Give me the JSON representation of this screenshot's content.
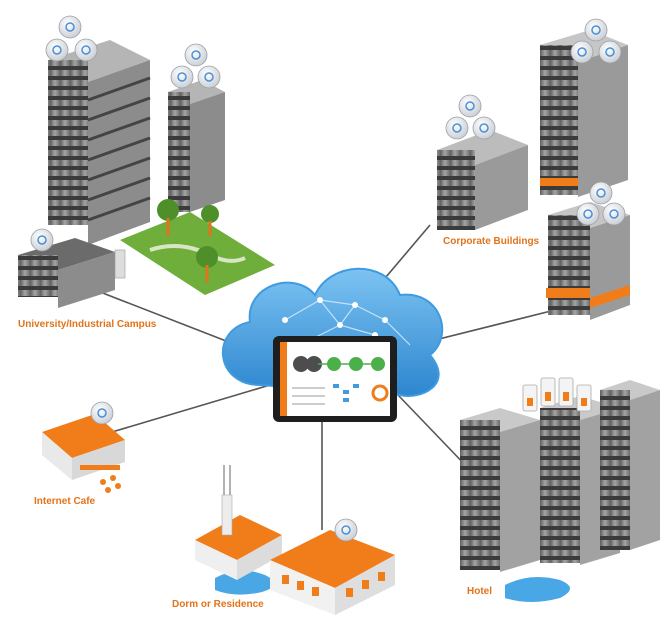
{
  "colors": {
    "accent_orange": "#f07d1a",
    "label_text": "#e2731a",
    "cloud_blue": "#3f9be0",
    "building_gray": "#8a8a8a",
    "grass_green": "#6fae3a",
    "water_blue": "#4aa7e6",
    "connector": "#555555"
  },
  "hub": {
    "icon": "cloud-icon",
    "device": "tablet-dashboard"
  },
  "nodes": [
    {
      "id": "campus",
      "label": "University/Industrial Campus"
    },
    {
      "id": "corporate",
      "label": "Corporate Buildings"
    },
    {
      "id": "cafe",
      "label": "Internet Cafe"
    },
    {
      "id": "dorm",
      "label": "Dorm or Residence"
    },
    {
      "id": "hotel",
      "label": "Hotel"
    }
  ]
}
